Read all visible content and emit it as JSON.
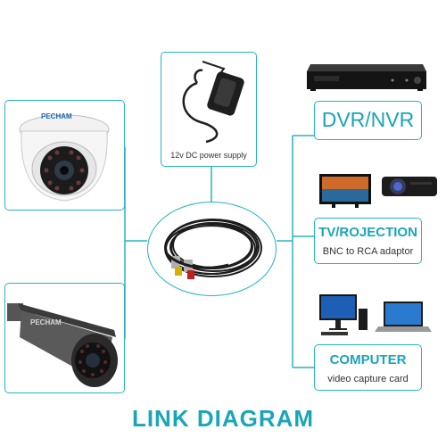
{
  "power": {
    "label": "12v DC power supply"
  },
  "dvr": {
    "title": "DVR/NVR"
  },
  "tv": {
    "title": "TV/ROJECTION",
    "subtitle": "BNC to RCA adaptor"
  },
  "computer": {
    "title": "COMPUTER",
    "subtitle": "video capture card"
  },
  "cameras": {
    "brand": "PECHAM"
  },
  "diagram": {
    "title": "LINK DIAGRAM"
  },
  "colors": {
    "accent": "#1aa5b8",
    "line": "#27b3c2",
    "device": "#222222"
  },
  "icons": [
    "power-adapter-icon",
    "dvr-recorder-icon",
    "dome-camera-icon",
    "bullet-camera-icon",
    "cable-coil-icon",
    "tv-icon",
    "projector-icon",
    "desktop-computer-icon",
    "laptop-icon"
  ]
}
